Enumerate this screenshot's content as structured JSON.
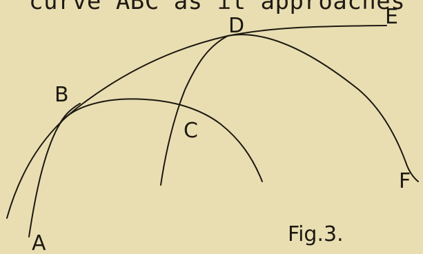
{
  "header_text": "curve ABC as it approaches",
  "point_labels": {
    "A": "A",
    "B": "B",
    "C": "C",
    "D": "D",
    "E": "E",
    "F": "F"
  },
  "caption": "Fig.3."
}
